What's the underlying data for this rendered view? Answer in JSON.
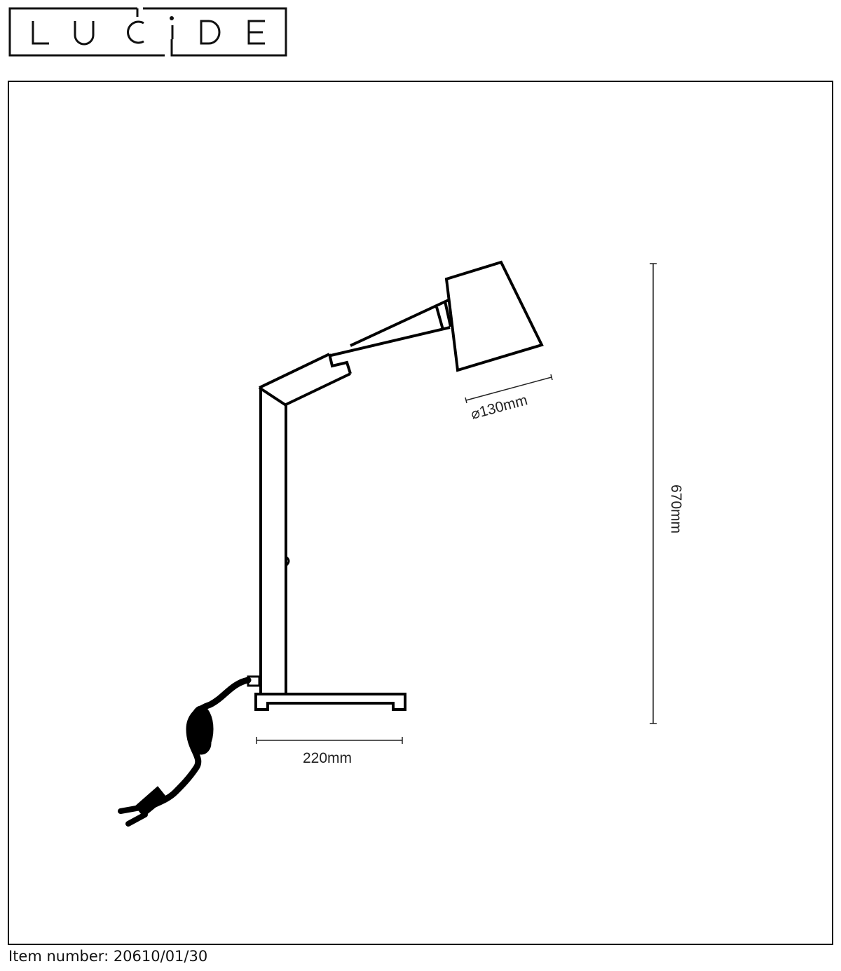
{
  "logo": {
    "text": "LUCIDE"
  },
  "drawing": {
    "shade_diameter_label": "⌀130mm",
    "height_label": "670mm",
    "base_width_label": "220mm"
  },
  "footer": {
    "item_number": "Item number: 20610/01/30"
  }
}
